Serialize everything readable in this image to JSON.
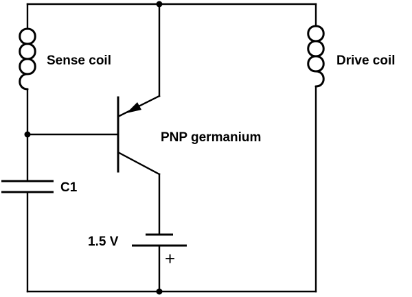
{
  "components": {
    "sense_coil": {
      "label": "Sense coil"
    },
    "drive_coil": {
      "label": "Drive coil"
    },
    "transistor": {
      "label": "PNP germanium"
    },
    "capacitor": {
      "label": "C1"
    },
    "battery": {
      "label": "1.5 V",
      "polarity_mark": "+"
    }
  }
}
